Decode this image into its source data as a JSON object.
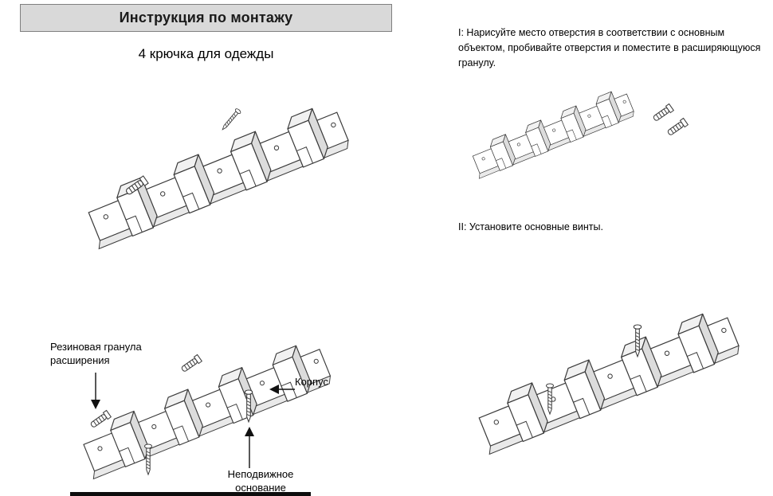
{
  "header": {
    "title": "Инструкция по монтажу"
  },
  "subtitle": "4 крючка для одежды",
  "steps": {
    "step1": "I: Нарисуйте место отверстия в соответствии с основным объектом, пробивайте отверстия и поместите в расширяющуюся гранулу.",
    "step2": "II: Установите основные винты."
  },
  "labels": {
    "granule": "Резиновая гранула расширения",
    "body": "Корпус",
    "base": "Неподвижное основание"
  },
  "colors": {
    "header_bar_bg": "#d9d9d9",
    "line_ink": "#3a3a3a"
  }
}
